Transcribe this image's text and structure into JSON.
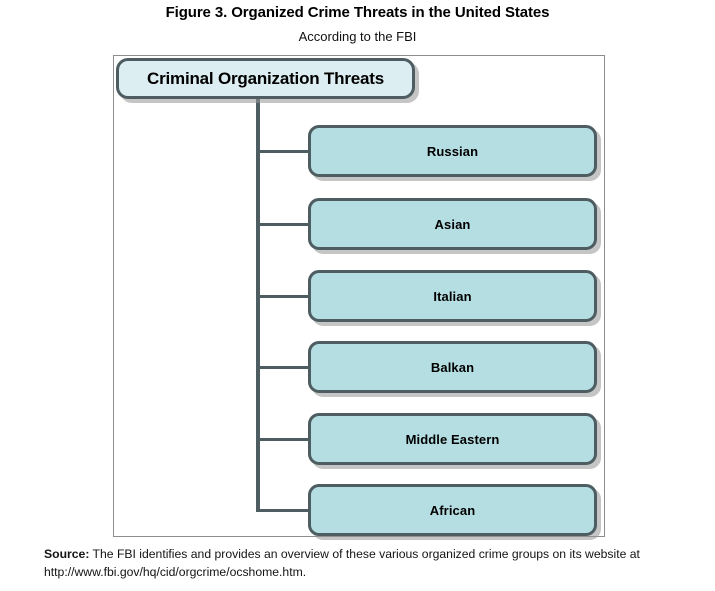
{
  "figure": {
    "title": "Figure 3. Organized Crime Threats in the United States",
    "subtitle": "According to the FBI"
  },
  "diagram": {
    "type": "tree",
    "orientation": "vertical-trunk-right-branches",
    "root": {
      "label": "Criminal Organization Threats",
      "fill": "#dceef1",
      "border": "#4d5d61"
    },
    "children": [
      {
        "label": "Russian"
      },
      {
        "label": "Asian"
      },
      {
        "label": "Italian"
      },
      {
        "label": "Balkan"
      },
      {
        "label": "Middle Eastern"
      },
      {
        "label": "African"
      }
    ],
    "child_style": {
      "fill": "#b5dee3",
      "border": "#4d5d61"
    },
    "connector_color": "#4d5d61",
    "frame_border": "#8d8d8d"
  },
  "source": {
    "label": "Source:",
    "text": " The FBI identifies and provides an overview of these various organized crime groups on its website at",
    "url": "http://www.fbi.gov/hq/cid/orgcrime/ocshome.htm."
  }
}
